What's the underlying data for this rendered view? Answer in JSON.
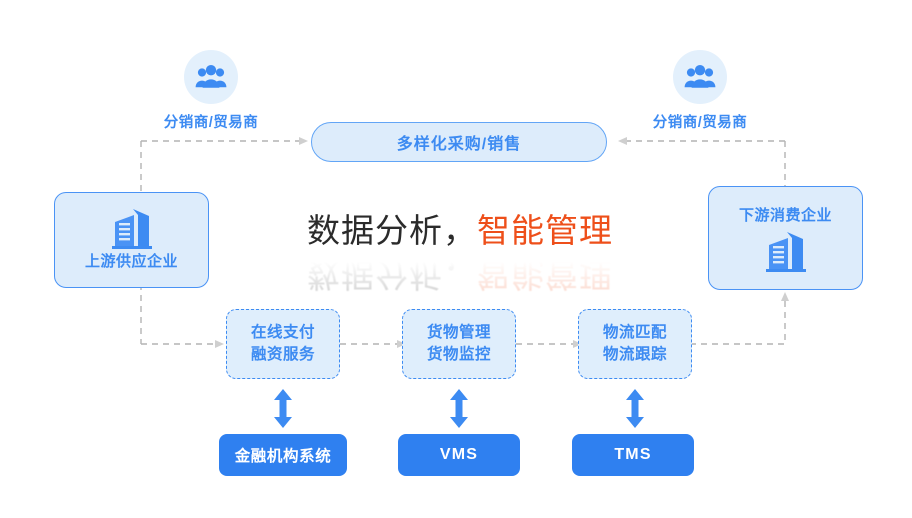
{
  "headline": {
    "part1": "数据分析，",
    "part2": "智能管理",
    "color_dark": "#2b2b2b",
    "color_accent": "#ee4f1a"
  },
  "theme": {
    "primary_blue": "#3d8bf2",
    "solid_blue": "#2f80f0",
    "card_fill": "#ddecfb",
    "circle_fill": "#e3f0fc",
    "connector_gray": "#b4b4b4",
    "arrowhead_gray": "#cfcfcf"
  },
  "actors": [
    {
      "label": "分销商/贸易商",
      "icon": "people-group-icon"
    },
    {
      "label": "分销商/贸易商",
      "icon": "people-group-icon"
    }
  ],
  "enterprises": {
    "upstream": {
      "label": "上游供应企业",
      "icon": "buildings-icon"
    },
    "downstream": {
      "label": "下游消费企业",
      "icon": "buildings-icon"
    }
  },
  "pill": {
    "label": "多样化采购/销售"
  },
  "services": [
    {
      "line1": "在线支付",
      "line2": "融资服务"
    },
    {
      "line1": "货物管理",
      "line2": "货物监控"
    },
    {
      "line1": "物流匹配",
      "line2": "物流跟踪"
    }
  ],
  "systems": [
    {
      "label": "金融机构系统",
      "latin": false
    },
    {
      "label": "VMS",
      "latin": true
    },
    {
      "label": "TMS",
      "latin": true
    }
  ]
}
